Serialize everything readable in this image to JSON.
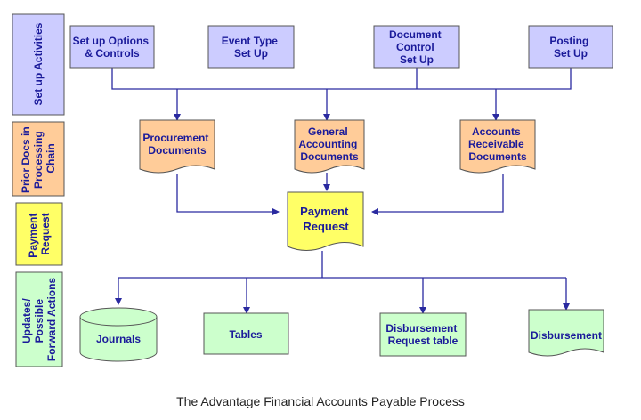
{
  "colors": {
    "lavender": "#ccccff",
    "peach": "#ffcc99",
    "yellow": "#ffff66",
    "green": "#ccffcc",
    "connector": "#2a2aa0",
    "text": "#1a1a9a"
  },
  "lanes": {
    "setup": [
      "Set up Activities"
    ],
    "prior": [
      "Prior Docs in",
      "Processing",
      "Chain"
    ],
    "payment": [
      "Payment",
      "Request"
    ],
    "updates": [
      "Updates/",
      "Possible",
      "Forward Actions"
    ]
  },
  "setup_nodes": {
    "options": [
      "Set up Options",
      "& Controls"
    ],
    "event_type": [
      "Event Type",
      "Set Up"
    ],
    "doc_control": [
      "Document",
      "Control",
      "Set Up"
    ],
    "posting": [
      "Posting",
      "Set Up"
    ]
  },
  "documents": {
    "procurement": [
      "Procurement",
      "Documents"
    ],
    "general": [
      "General",
      "Accounting",
      "Documents"
    ],
    "receivable": [
      "Accounts",
      "Receivable",
      "Documents"
    ]
  },
  "payment_request": [
    "Payment",
    "Request"
  ],
  "outputs": {
    "journals": [
      "Journals"
    ],
    "tables": [
      "Tables"
    ],
    "disbursement_request": [
      "Disbursement",
      "Request table"
    ],
    "disbursement": [
      "Disbursement"
    ]
  },
  "caption": "The Advantage Financial Accounts Payable Process"
}
